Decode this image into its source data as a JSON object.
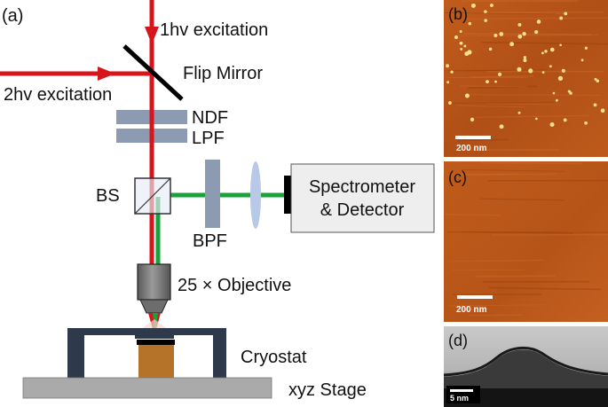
{
  "panels": {
    "a": "(a)",
    "b": "(b)",
    "c": "(c)",
    "d": "(d)"
  },
  "labels": {
    "excitation_1hv": "1hv excitation",
    "excitation_2hv": "2hv excitation",
    "flip_mirror": "Flip Mirror",
    "ndf": "NDF",
    "lpf": "LPF",
    "bs": "BS",
    "bpf": "BPF",
    "spectrometer_line1": "Spectrometer",
    "spectrometer_line2": "& Detector",
    "objective": "25 × Objective",
    "cryostat": "Cryostat",
    "stage": "xyz Stage"
  },
  "scale_bars": {
    "b": "200 nm",
    "c": "200 nm",
    "d": "5 nm"
  },
  "colors": {
    "laser": "#d6161b",
    "emission": "#1aa23a",
    "filter": "#8c9bb1",
    "lens": "#b7c9e6",
    "afm_bg": "#b8561a",
    "afm_bg_dark": "#a34512",
    "particle": "#f7e08a",
    "cryostat": "#2e3a4c",
    "sample": "#b5732a",
    "stage": "#aaaaaa",
    "objective": "#7a7a7a",
    "spectrometer_box": "#eeeeee"
  }
}
